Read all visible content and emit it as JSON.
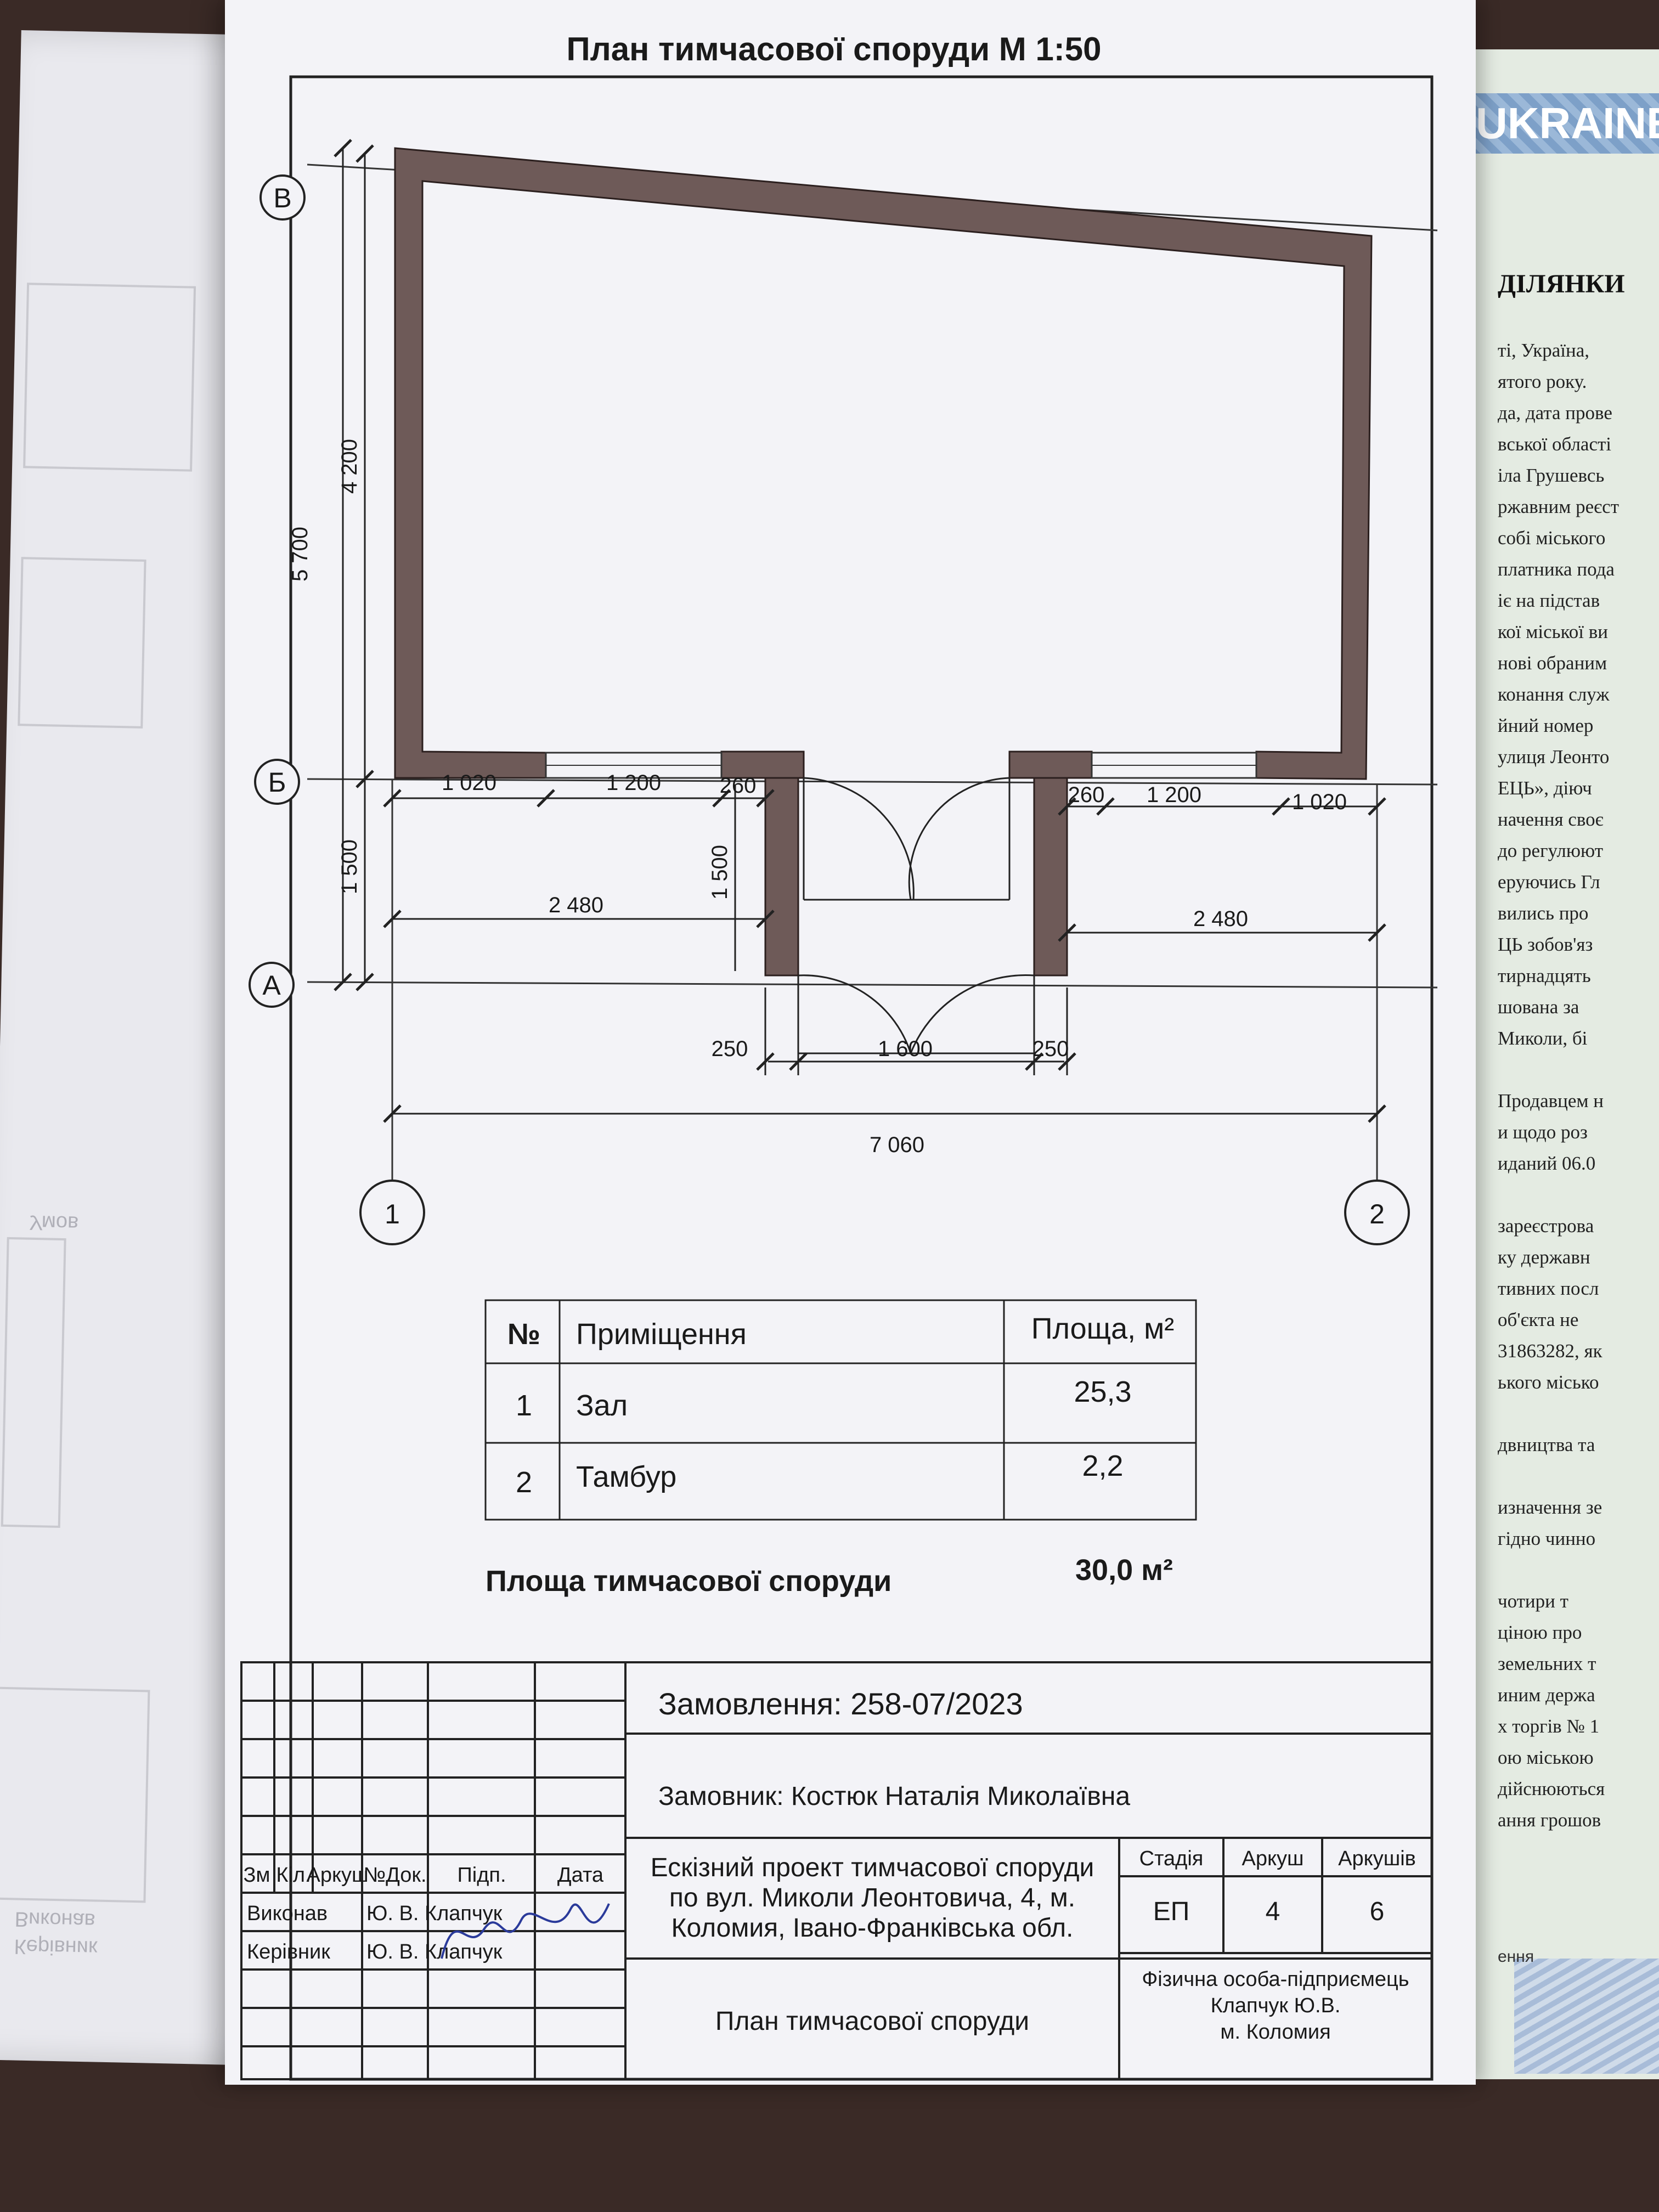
{
  "background_right": {
    "banner": "UKRAINE",
    "heading": "ДІЛЯНКИ",
    "lines": [
      "ті, Україна,",
      "ятого року.",
      "да, дата прове",
      "вської області",
      "іла Грушевсь",
      "ржавним реєст",
      "собі міського",
      "платника пода",
      "іє на підстав",
      "кої міської ви",
      "нові обраним",
      "конання служ",
      "йний номер",
      "улиця Леонто",
      "ЕЦЬ», діюч",
      "начення своє",
      "до регулюют",
      "еруючись Гл",
      "вились про",
      "ЦЬ зобов'яз",
      "тирнадцять",
      "шована за",
      "Миколи, бі",
      "",
      "Продавцем н",
      "и щодо роз",
      "иданий 06.0",
      "",
      "зареєстрова",
      "ку державн",
      "тивних посл",
      "об'єкта не",
      "31863282, як",
      "ького місько",
      "",
      "двництва та",
      "",
      "изначення зе",
      "гідно чинно",
      "",
      "чотири т",
      "ціною про",
      "земельних т",
      "иним держа",
      "х торгів № 1",
      "ою міською",
      "дійснюються",
      "ання грошов"
    ],
    "footer": "ення"
  },
  "background_left": {
    "ghost_words": [
      "Умов",
      "Виконав",
      "Керівник"
    ]
  },
  "drawing": {
    "title": "План тимчасової споруди М 1:50",
    "axes": {
      "row_labels": [
        "В",
        "Б",
        "А"
      ],
      "col_labels": [
        "1",
        "2"
      ]
    },
    "dimensions": {
      "left_total": "5 700",
      "left_upper": "4 200",
      "left_lower": "1 500",
      "inner_lower": "1 500",
      "top_left": [
        "1 020",
        "1 200",
        "260"
      ],
      "top_right": [
        "260",
        "1 200",
        "1 020"
      ],
      "mid_left": "2 480",
      "mid_right": "2 480",
      "bottom": [
        "250",
        "1 600",
        "250"
      ],
      "overall": "7 060"
    }
  },
  "rooms_table": {
    "headers": [
      "№",
      "Приміщення",
      "Площа, м²"
    ],
    "rows": [
      {
        "num": "1",
        "name": "Зал",
        "area": "25,3"
      },
      {
        "num": "2",
        "name": "Тамбур",
        "area": "2,2"
      }
    ]
  },
  "total": {
    "label": "Площа тимчасової споруди",
    "value": "30,0 м²"
  },
  "title_block": {
    "order": "Замовлення: 258-07/2023",
    "customer": "Замовник: Костюк Наталія Миколаївна",
    "col_headers": [
      "Зм",
      "Кіл.",
      "Аркуш",
      "№Док.",
      "Підп.",
      "Дата"
    ],
    "people": [
      {
        "role": "Виконав",
        "name": "Ю. В. Клапчук"
      },
      {
        "role": "Керівник",
        "name": "Ю. В. Клапчук"
      }
    ],
    "project": [
      "Ескізний проект тимчасової споруди",
      "по вул. Миколи Леонтовича, 4, м.",
      "Коломия, Івано-Франківська обл."
    ],
    "sheet_title": "План тимчасової споруди",
    "stage_label": "Стадія",
    "sheet_label": "Аркуш",
    "sheets_label": "Аркушів",
    "stage": "ЕП",
    "sheet": "4",
    "sheets": "6",
    "company": [
      "Фізична особа-підприємець",
      "Клапчук Ю.В.",
      "м. Коломия"
    ]
  }
}
